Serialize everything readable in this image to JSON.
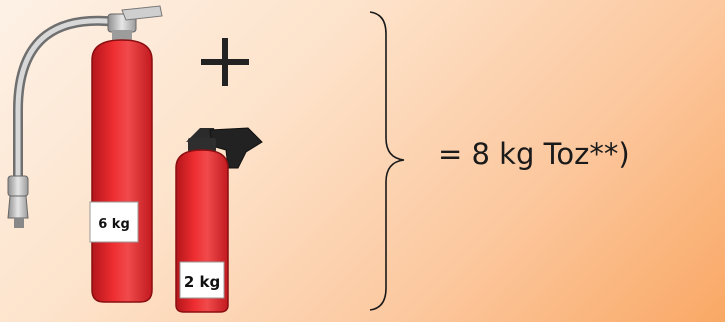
{
  "equation": {
    "text": "= 8 kg Toz**)"
  },
  "extinguishers": [
    {
      "name": "large-extinguisher",
      "label": "6 kg"
    },
    {
      "name": "small-extinguisher",
      "label": "2 kg"
    }
  ],
  "icons": {
    "plus": "plus-icon",
    "brace": "right-brace"
  },
  "colors": {
    "extinguisher_red": "#e8262b",
    "background_light": "#fdf1e6",
    "background_dark": "#f9a865"
  }
}
